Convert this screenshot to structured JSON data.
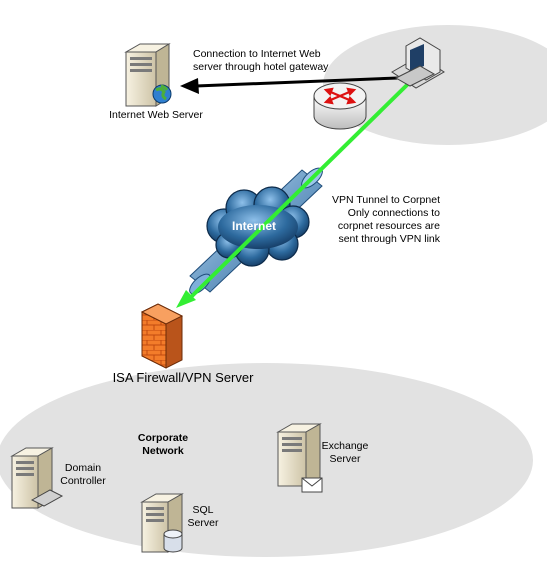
{
  "labels": {
    "internet_web_server": "Internet Web Server",
    "connection_note": "Connection to Internet Web\nserver through hotel gateway",
    "vpn_tunnel_note": "VPN Tunnel to Corpnet\nOnly connections to\ncorpnet resources are\nsent through VPN link",
    "internet_cloud": "Internet",
    "isa_firewall": "ISA Firewall/VPN Server",
    "corporate_network": "Corporate\nNetwork",
    "exchange_server": "Exchange\nServer",
    "domain_controller": "Domain\nController",
    "sql_server": "SQL\nServer"
  },
  "colors": {
    "vpn_link": "#33ee33",
    "tunnel": "#6f9fc8",
    "zone_fill": "#e2e2e2",
    "firewall": "#f07a28",
    "cloud": "#2d6a9e",
    "router": "#e6e6e6",
    "server": "#ece4cc"
  },
  "icons": [
    "server-icon",
    "globe-icon",
    "workstation-icon",
    "router-icon",
    "firewall-icon",
    "cloud-icon",
    "database-icon",
    "mail-icon",
    "keyboard-icon"
  ]
}
